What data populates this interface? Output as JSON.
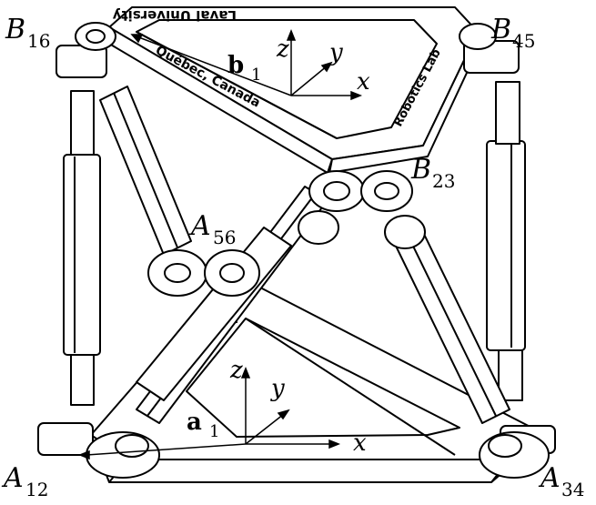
{
  "platform_labels": {
    "top_left": {
      "base": "B",
      "sub": "16"
    },
    "top_right": {
      "base": "B",
      "sub": "45"
    },
    "top_front": {
      "base": "B",
      "sub": "23"
    },
    "mid": {
      "base": "A",
      "sub": "56"
    },
    "bottom_left": {
      "base": "A",
      "sub": "12"
    },
    "bottom_right": {
      "base": "A",
      "sub": "34"
    }
  },
  "frames": {
    "top": {
      "origin": "b",
      "origin_sub": "1",
      "x": "x",
      "y": "y",
      "z": "z"
    },
    "base": {
      "origin": "a",
      "origin_sub": "1",
      "x": "x",
      "y": "y",
      "z": "z"
    }
  },
  "engraving": {
    "back": "Laval University",
    "left": "Québec, Canada",
    "right": "Robotics Lab"
  }
}
